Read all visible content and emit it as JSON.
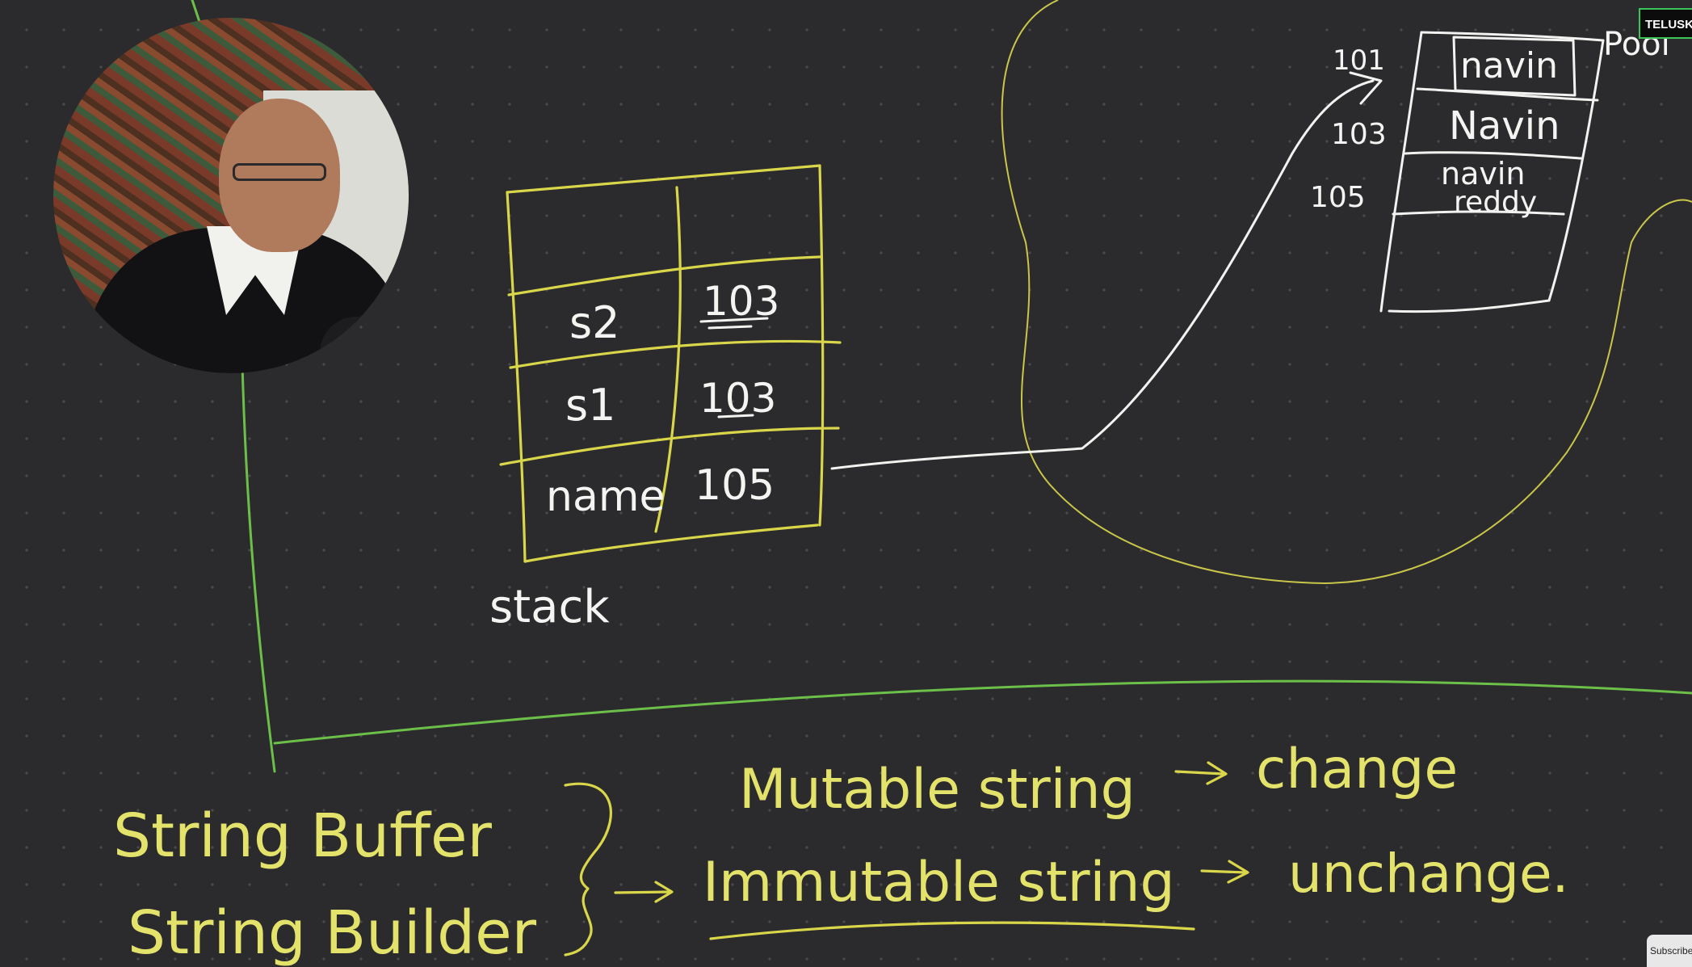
{
  "overlay": {
    "channel_badge": "TELUSK",
    "subscribe_label": "Subscribe"
  },
  "stack": {
    "label": "stack",
    "rows": [
      {
        "var": "s2",
        "value": "103"
      },
      {
        "var": "s1",
        "value": "103"
      },
      {
        "var": "name",
        "value": "105"
      }
    ]
  },
  "heap": {
    "pool_label": "Pool",
    "entries": [
      {
        "address": "101",
        "value": "navin"
      },
      {
        "address": "103",
        "value": "Navin"
      },
      {
        "address": "105",
        "value": "navin",
        "value_line2": "reddy"
      }
    ]
  },
  "notes": {
    "classes": [
      "String Buffer",
      "String Builder"
    ],
    "mutable": "Mutable string",
    "immutable": "Immutable string",
    "arrow_change": "change",
    "arrow_unchange": "unchange."
  },
  "colors": {
    "background": "#2b2b2d",
    "chalk_white": "#f2f2f0",
    "chalk_yellow": "#d9d64a",
    "divider_green": "#6cc04a"
  }
}
